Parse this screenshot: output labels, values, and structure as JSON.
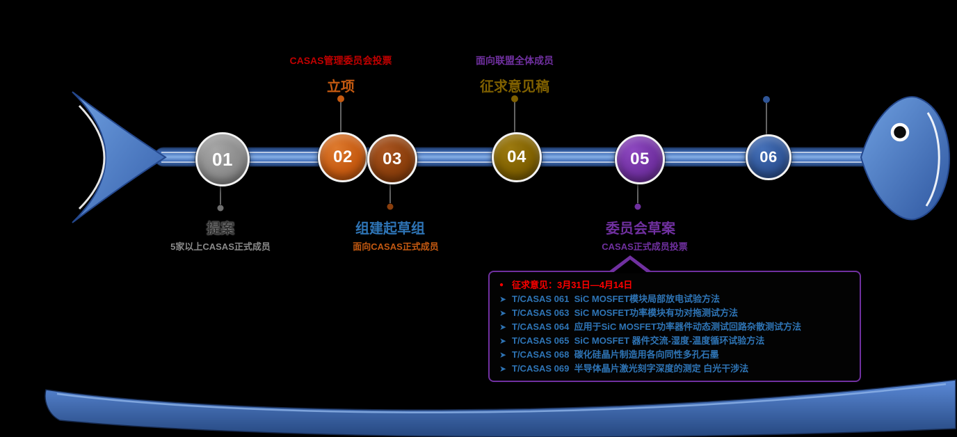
{
  "slide": {
    "background_color": "#000000",
    "accent_blue": "#4472C4",
    "spine_color": "#4472C4"
  },
  "timeline": {
    "nodes": [
      {
        "num": "01",
        "circle_color": "#8b8b8b",
        "bottom_title": "提案",
        "bottom_subtitle": "5家以上CASAS正式成员"
      },
      {
        "num": "02",
        "circle_color": "#C55A11",
        "top_note": "CASAS管理委员会投票",
        "top_note_color": "#C00000",
        "top_title": "立项",
        "top_title_color": "#C55A11"
      },
      {
        "num": "03",
        "circle_color": "#8a3e0c",
        "bottom_title": "组建起草组",
        "bottom_title_color": "#2E74B5",
        "bottom_subtitle": "面向CASAS正式成员",
        "bottom_subtitle_color": "#C45911"
      },
      {
        "num": "04",
        "circle_color": "#7F6000",
        "top_note": "面向联盟全体成员",
        "top_note_color": "#7030A0",
        "top_title": "征求意见稿",
        "top_title_color": "#7F6000"
      },
      {
        "num": "05",
        "circle_color": "#7030A0",
        "bottom_title": "委员会草案",
        "bottom_title_color": "#7030A0",
        "bottom_subtitle": "CASAS正式成员投票",
        "bottom_subtitle_color": "#7030A0"
      },
      {
        "num": "06",
        "circle_color": "#2F5597"
      }
    ]
  },
  "callout": {
    "border_color": "#7030A0",
    "header_bullet": "●",
    "header": "征求意见：3月31日—4月14日",
    "header_color": "#FF0000",
    "item_bullet": "➤",
    "item_color": "#2E74B5",
    "items": [
      "T/CASAS 061  SiC MOSFET模块局部放电试验方法",
      "T/CASAS 063  SiC MOSFET功率模块有功对拖测试方法",
      "T/CASAS 064  应用于SiC MOSFET功率器件动态测试回路杂散测试方法",
      "T/CASAS 065  SiC MOSFET 器件交流-湿度-温度循环试验方法",
      "T/CASAS 068  碳化硅晶片制造用各向同性多孔石墨",
      "T/CASAS 069  半导体晶片激光刻字深度的测定 白光干涉法"
    ]
  }
}
